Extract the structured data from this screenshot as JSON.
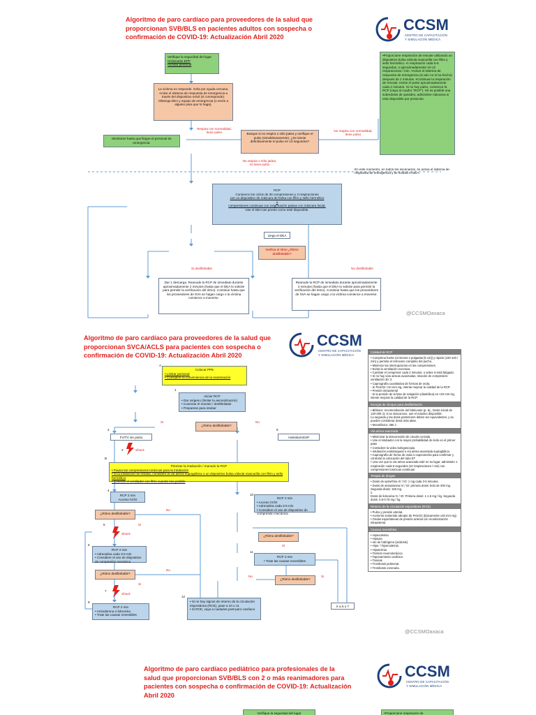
{
  "page1": {
    "title": "Algoritmo de paro cardíaco para proveedores de la salud que proporcionan SVB/BLS en pacientes adultos con sospecha o confirmación de COVID-19: Actualización Abril 2020",
    "logo": {
      "name": "CCSM",
      "sub1": "CENTRO DE CAPACITACIÓN",
      "sub2": "Y SIMULACIÓN MÉDICA"
    },
    "safety_box": {
      "line1": "Verifique la seguridad del lugar",
      "line2": "•Colocarse EPP",
      "line3": "•Limitar personal"
    },
    "right_box": "•Proporcione respiración de rescate utilizando un dispositivo bolsa válvula mascarilla con filtro y sello hermético. •1 respiración cada 5-6 segundos, o aproximadamente 10-12 respiraciones / min. •Active el sistema de respuesta de emergencia (si aún no lo ha hecho) después de 2 minutos. •Continuar la respiración de rescate; revise el pulso aproximadamente cada 2 minutos. Si no hay pulso, comience la RCP (vaya al cuadro \"RCP\"). •Si es posible una sobredosis de opioides, administre naloxona si está disponible por protocolo.",
    "unresponsive_box": "La víctima no responde. Grita por ayuda cercana. Active el sistema de respuesta de emergencia a través del dispositivo móvil (si corresponde). Obtenga DEA y equipo de emergencia (o envíe a alguien para que lo haga).",
    "check_box": "Busque si no respira o sólo jadea y verifique el pulso (simultáneamente). ¿Se siente definitivamente el pulso en 10 segundos?",
    "monitor_box": "Monitoree hasta que llegue el personal de emergencia.",
    "label_left": "Respira con normalidad, tiene pulso",
    "label_right": "No respira con normalidad, tiene pulso",
    "label_down": "No respira o sólo jadea, no tiene pulso",
    "note": "En este momento, en todos los escenarios, se activa el sistema de respuesta de emergencia y se solicita el DEA.",
    "rcp_box": {
      "l1": "RCP",
      "l2": "Comience los ciclos de 30 compresiones y 2 respiraciones",
      "l3": "con un dispositivo de máscara de bolsa con filtro y sello hermético",
      "l4": "o",
      "l5": "compresiones continuas con oxigenación pasiva con máscara facial.",
      "l6": "Use el DEA tan pronto como esté disponible."
    },
    "dea_box": "Llega el DEA",
    "rhythm_box": "Verifica el ritmo ¿Ritmo desfibrilable?",
    "yes_label": "Si desfibrilable",
    "no_label": "No desfibrilable",
    "shock_box": "Dar 1 descarga. Reanude la RCP de inmediato durante aproximadamente 2 minutos (hasta que el DEA lo solicite para permitir la verificación del ritmo). Continúe hasta que los proveedores de SVA se hagan cargo o la víctima comience a moverse.",
    "noshock_box": "Reanude la RCP de inmediato durante aproximadamente 2 minutos (hasta que el DEA lo solicite para permitir la verificación del ritmo). Continúe hasta que los proveedores de SVA se hagan cargo o la víctima comience a moverse.",
    "watermark": "@CCSMOaxaca"
  },
  "page2": {
    "title": "Algoritmo de paro cardíaco para proveedores de la salud que proporcionan SVCA/ACLS para pacientes con sospecha o confirmación de COVID-19: Actualización Abril 2020",
    "logo": {
      "name": "CCSM",
      "sub1": "CENTRO DE CAPACITACIÓN",
      "sub2": "Y SIMULACIÓN MÉDICA"
    },
    "step_a": "A",
    "ppe_box": {
      "l1": "Colocar PPE",
      "l2": "• Limitar personal",
      "l3": "• Considere la conveniencia de la reanimación"
    },
    "step_1": "1",
    "start_box": {
      "l1": "Iniciar RCP",
      "l2": "• Dar oxígeno (limitar la aerosolización)",
      "l3": "• Conectar el monitor / desfibrilador",
      "l4": "• Preparese para intubar"
    },
    "rhythm1": "¿Ritmo desfibrilable?",
    "si": "Si",
    "no": "No",
    "step_2": "2",
    "vf_box": "FV/TV sin pulso",
    "step_3": "3",
    "shock": "Shock",
    "step_9": "9",
    "asys_box": "Asistolia/AESP",
    "step_b": "B",
    "intub_box": {
      "l1": "Priorizar la intubación / manudo la RCP",
      "l2": "• Pausa las compresiones torácicas para la intubación",
      "l3": "• Si la intubación se retrasa, considere la vía aérea supraglótica o un dispositivo bolsa válvula mascarilla con filtro y sello hermético",
      "l4": "• Conecte el ventilador con filtro cuando sea posible"
    },
    "step_4": "4",
    "rcp2_box": {
      "l1": "RCP 2 min",
      "l2": "Acceso IV/IO"
    },
    "step_10": "10",
    "rcp10_box": {
      "l1": "RCP 2 min",
      "l2": "• Acceso IV/IO",
      "l3": "• Adrenalina cada 3-5 min",
      "l4": "• Considere el uso de dispositivo de compresión mecánica"
    },
    "rhythm2": "¿Ritmo desfibrilable?",
    "step_5": "5",
    "step_6": "6",
    "rcp6_box": {
      "l1": "RCP 2 min",
      "l2": "• Adrenalina cada 3-5 min",
      "l3": "• Considere el uso de dispositivo de compresión mecánica"
    },
    "step_11": "11",
    "rcp11_box": {
      "l1": "RCP 2 min",
      "l2": "• Trate las causas reversibles"
    },
    "step_7": "7",
    "step_8": "8",
    "rcp8_box": {
      "l1": "RCP 2 min",
      "l2": "• Amiodarona o lidocaína",
      "l3": "• Trate las causas reversibles"
    },
    "step_12": "12",
    "rce_box": {
      "l1": "• Si no hay signos de retorno de la circulación espontánea (RCE), pase a 10 u 11",
      "l2": "• Si RCE, vaya a cuidados post-paro cardíaco"
    },
    "goto_box": "Ir a 5 o 7",
    "table": [
      {
        "h": "Calidad de RCP",
        "items": [
          "• Comprima fuerte (al menos 2 pulgadas [5 cm]) y rápido (100-120 / min) y permita el retroceso completo del pecho.",
          "• Minimice las interrupciones en las compresiones.",
          "• Evitar la ventilación excesiva.",
          "• Cambiar el compresor cada 2 minutos, o antes si está fatigado.",
          "• Si no hay vías aéreas avanzadas, relación de compresión-ventilación 30: 2.",
          "• Capnografía cuantitativa de formas de onda.",
          "- Si PetcO2 <10 mm Hg, intente mejorar la calidad de la RCP.",
          "• Presión intraarterial",
          "- Si la presión de la fase de relajación (diastólica) es <20 mm Hg, intente mejorar la calidad de la RCP."
        ]
      },
      {
        "h": "Energía de choque para desfibrilación",
        "items": [
          "• Bifásico: recomendación del fabricante (p. Ej., Dosis inicial de 120-200 J); si se desconoce, use el máximo disponible.",
          "La segunda y las dosis posteriores deben ser equivalentes, y se pueden considerar dosis más altas.",
          "• Monofásico: 360 J"
        ]
      },
      {
        "h": "Vía aérea avanzada",
        "items": [
          "• Minimizar la desconexión de circuito cerrado.",
          "• Use el intubador con la mayor probabilidad de éxito en el primer pase",
          "• Considere la video laringoscopia",
          "• Intubación endotraqueal o vía aérea avanzada supraglótica.",
          "• Capnografía de forma de onda o capnometría para confirmar y controlar la colocación del tubo ET",
          "• Una vez que la vía aérea avanzada esté en su lugar, administre 1 respiración cada 6 segundos (10 respiraciones / min) con compresiones torácicas continuas"
        ]
      },
      {
        "h": "Terapia de drogas",
        "items": [
          "• Dosis de epinefrina IV / IO: 1 mg cada 3-5 minutos.",
          "• Dosis de amiodarona IV / IO: primera dosis: bolo de 300 mg. Segunda dosis: 150 mg.",
          "o",
          "Dosis de lidocaína IV / IO: Primera dosis: 1-1.5 mg / kg. Segunda dosis: 0.5-0.75 mg / kg."
        ]
      },
      {
        "h": "Retorno de la circulación espontánea (RCE)",
        "items": [
          "• Pulso y presión arterial.",
          "• Aumento sostenido abrupto de PetcO2 (típicamente ≥40 mm Hg)",
          "• Ondas espontáneas de presión arterial con monitorización intraarterial."
        ]
      },
      {
        "h": "Causas reversibles",
        "items": [
          "• Hipovolemia",
          "• Hipoxia",
          "• Ion de hidrógeno (acidosis)",
          "• Hipo- / hipercalemia",
          "• Hipotermia",
          "• Tensión neumotorácica",
          "• Taponamiento cardíaco",
          "• Toxinas",
          "• Trombosis pulmonar.",
          "• Trombosis coronaria."
        ]
      }
    ],
    "watermark": "@CCSMOaxaca"
  },
  "page3": {
    "title": "Algoritmo de paro cardíaco pediátrico para profesionales de la salud que proporcionan SVB/BLS con 2 o más reanimadores para pacientes con sospecha o confirmación de COVID-19: Actualización Abril 2020",
    "logo": {
      "name": "CCSM",
      "sub1": "CENTRO DE CAPACITACIÓN",
      "sub2": "Y SIMULACIÓN MÉDICA"
    },
    "safety_box": "Verifique la seguridad del lugar",
    "right_box": "•Proporcione respiración de"
  }
}
